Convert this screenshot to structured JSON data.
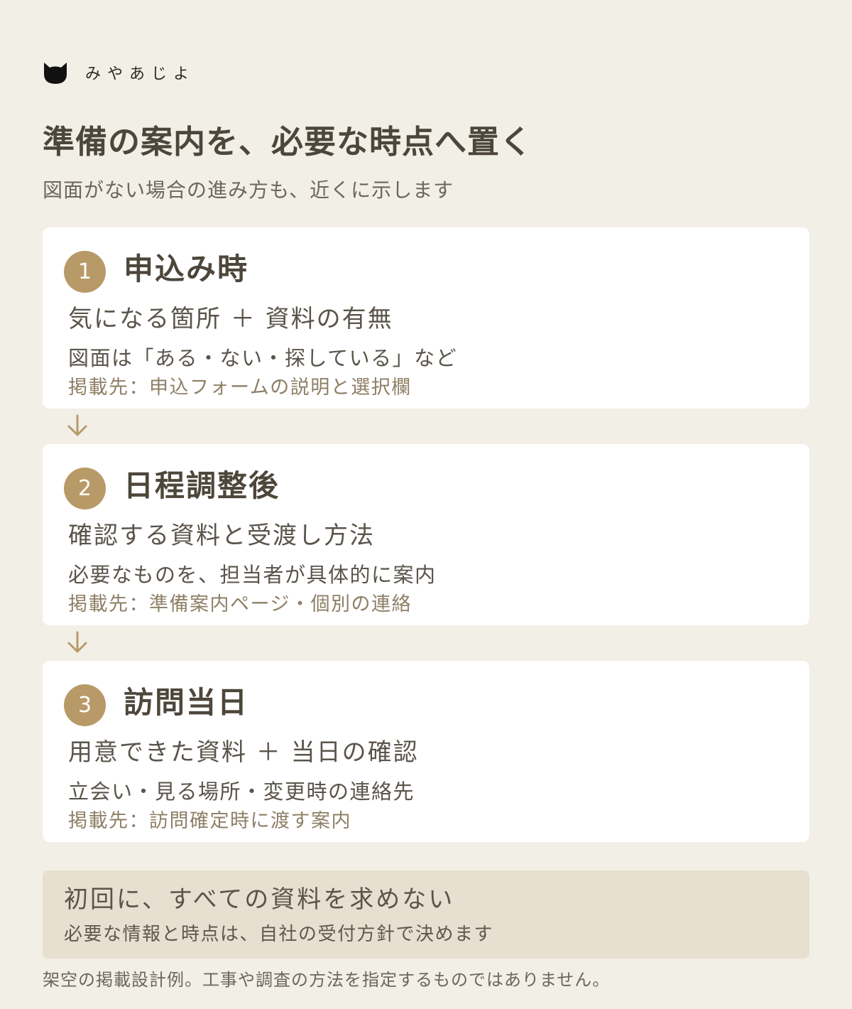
{
  "brand": {
    "name": "みやあじよ",
    "icon": "cat-icon"
  },
  "title": "準備の案内を、必要な時点へ置く",
  "subtitle": "図面がない場合の進み方も、近くに示します",
  "steps": [
    {
      "number": "1",
      "title": "申込み時",
      "main": "気になる箇所 ＋ 資料の有無",
      "detail": "図面は「ある・ない・探している」など",
      "place": "掲載先：申込フォームの説明と選択欄"
    },
    {
      "number": "2",
      "title": "日程調整後",
      "main": "確認する資料と受渡し方法",
      "detail": "必要なものを、担当者が具体的に案内",
      "place": "掲載先：準備案内ページ・個別の連絡"
    },
    {
      "number": "3",
      "title": "訪問当日",
      "main": "用意できた資料 ＋ 当日の確認",
      "detail": "立会い・見る場所・変更時の連絡先",
      "place": "掲載先：訪問確定時に渡す案内"
    }
  ],
  "note": {
    "title": "初回に、すべての資料を求めない",
    "text": "必要な情報と時点は、自社の受付方針で決めます"
  },
  "footer": "架空の掲載設計例。工事や調査の方法を指定するものではありません。",
  "colors": {
    "background": "#f2efe7",
    "accent": "#b89a68",
    "note_background": "#e7dfcf",
    "card": "#ffffff"
  }
}
